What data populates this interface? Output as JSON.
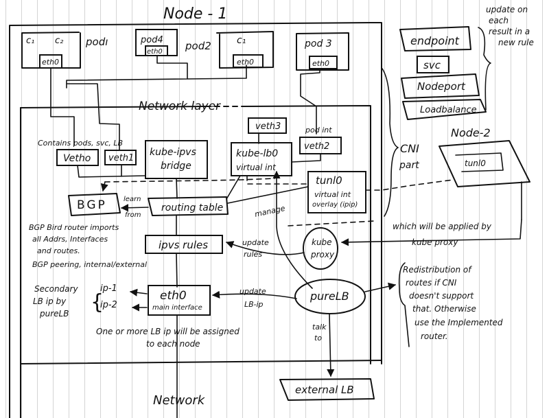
{
  "title": "Node - 1",
  "node1": {
    "pods": [
      {
        "name": "pod1",
        "label": "podı",
        "containers": [
          "c₁",
          "c₂"
        ],
        "interface": "eth0"
      },
      {
        "name": "pod4",
        "label": "pod4",
        "interface": "eth0"
      },
      {
        "name": "pod2",
        "label": "pod2",
        "containers": [
          "c₁"
        ],
        "interface": "eth0"
      },
      {
        "name": "pod3",
        "label": "pod 3",
        "interface": "eth0"
      }
    ],
    "network_layer": {
      "label": "Network layer",
      "note_contains": "Contains pods, svc, LB",
      "veth0": "Vetho",
      "veth1": "veth1",
      "veth2": "veth2",
      "veth3": "veth3",
      "pod_int_label": "pod int",
      "kube_ipvs": [
        "kube-ipvs",
        "bridge"
      ],
      "kube_lbo": [
        "kube-lb0",
        "virtual int"
      ],
      "tunl0": [
        "tunl0",
        "virtual int",
        "overlay (ipip)"
      ],
      "bgp": "BGP",
      "learn_from": [
        "learn",
        "from"
      ],
      "routing_table": "routing table",
      "bgp_note": [
        "BGP Bird router imports",
        "all Addrs, Interfaces",
        "and routes.",
        "BGP peering, internal/external"
      ],
      "ipvs_rules": "ipvs rules",
      "update_rules": [
        "update",
        "rules"
      ],
      "manage": "manage",
      "kube_proxy": [
        "kube",
        "proxy"
      ],
      "secondary_note": [
        "Secondary",
        "LB ip by",
        "pureLB"
      ],
      "ip1": "ip-1",
      "ip2": "ip-2",
      "eth0_main": [
        "eth0",
        "main interface"
      ],
      "update_lb_ip": [
        "update",
        "LB-ip"
      ],
      "purelb": "pureLB",
      "talk_to": [
        "talk",
        "to"
      ],
      "lb_note": [
        "One or more LB ip will be assigned",
        "to each node"
      ]
    },
    "network_label": "Network"
  },
  "cni_part": [
    "CNI",
    "part"
  ],
  "k8s_objects": {
    "items": [
      "endpoint",
      "svc",
      "Nodeport",
      "Loadbalance"
    ],
    "note": [
      "update on",
      "each",
      "result in a",
      "new rule"
    ],
    "applied_by": [
      "which will be applied by",
      "kube proxy"
    ]
  },
  "node2": {
    "label": "Node-2",
    "tunl0": "tunl0"
  },
  "redistribution_note": [
    "Redistribution of",
    "routes if CNI",
    "doesn't support",
    "that. Otherwise",
    "use the Implemented",
    "router."
  ],
  "external_lb": "external LB"
}
